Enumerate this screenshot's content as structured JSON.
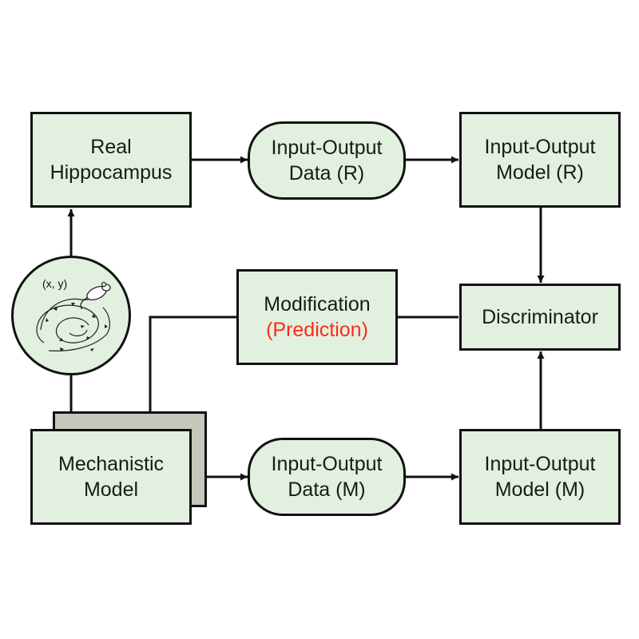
{
  "colors": {
    "box_fill": "#e2f0e0",
    "shadow_fill": "#c7c6bd",
    "stroke": "#111111",
    "highlight": "#ff2a1a"
  },
  "nodes": {
    "real_hippocampus": {
      "line1": "Real",
      "line2": "Hippocampus"
    },
    "io_data_r": {
      "line1": "Input-Output",
      "line2": "Data (R)"
    },
    "io_model_r": {
      "line1": "Input-Output",
      "line2": "Model (R)"
    },
    "modification": {
      "line1": "Modification",
      "line2": "(Prediction)"
    },
    "discriminator": {
      "line1": "Discriminator"
    },
    "mechanistic_model": {
      "line1": "Mechanistic",
      "line2": "Model"
    },
    "io_data_m": {
      "line1": "Input-Output",
      "line2": "Data (M)"
    },
    "io_model_m": {
      "line1": "Input-Output",
      "line2": "Model (M)"
    },
    "rat_tracking": {
      "label": "(x, y)",
      "icon": "rat-trajectory-icon"
    }
  }
}
